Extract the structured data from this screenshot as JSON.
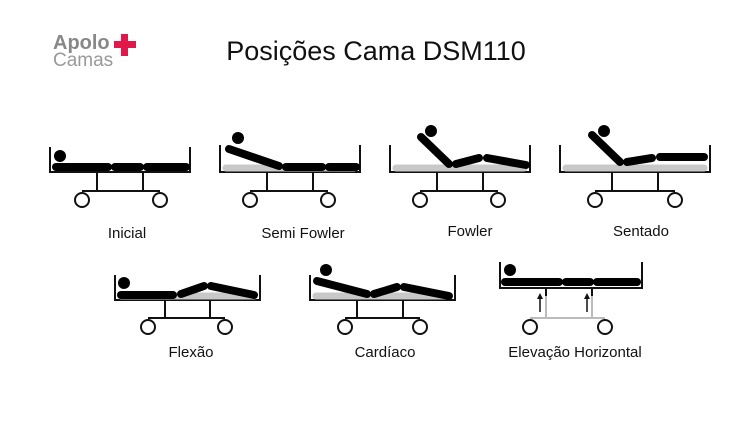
{
  "logo": {
    "line1": "Apolo",
    "line2": "Camas",
    "cross_color": "#e0194a"
  },
  "title": "Posições Cama DSM110",
  "positions": [
    {
      "label": "Inicial"
    },
    {
      "label": "Semi Fowler"
    },
    {
      "label": "Fowler"
    },
    {
      "label": "Sentado"
    },
    {
      "label": "Flexão"
    },
    {
      "label": "Cardíaco"
    },
    {
      "label": "Elevação Horizontal"
    }
  ]
}
